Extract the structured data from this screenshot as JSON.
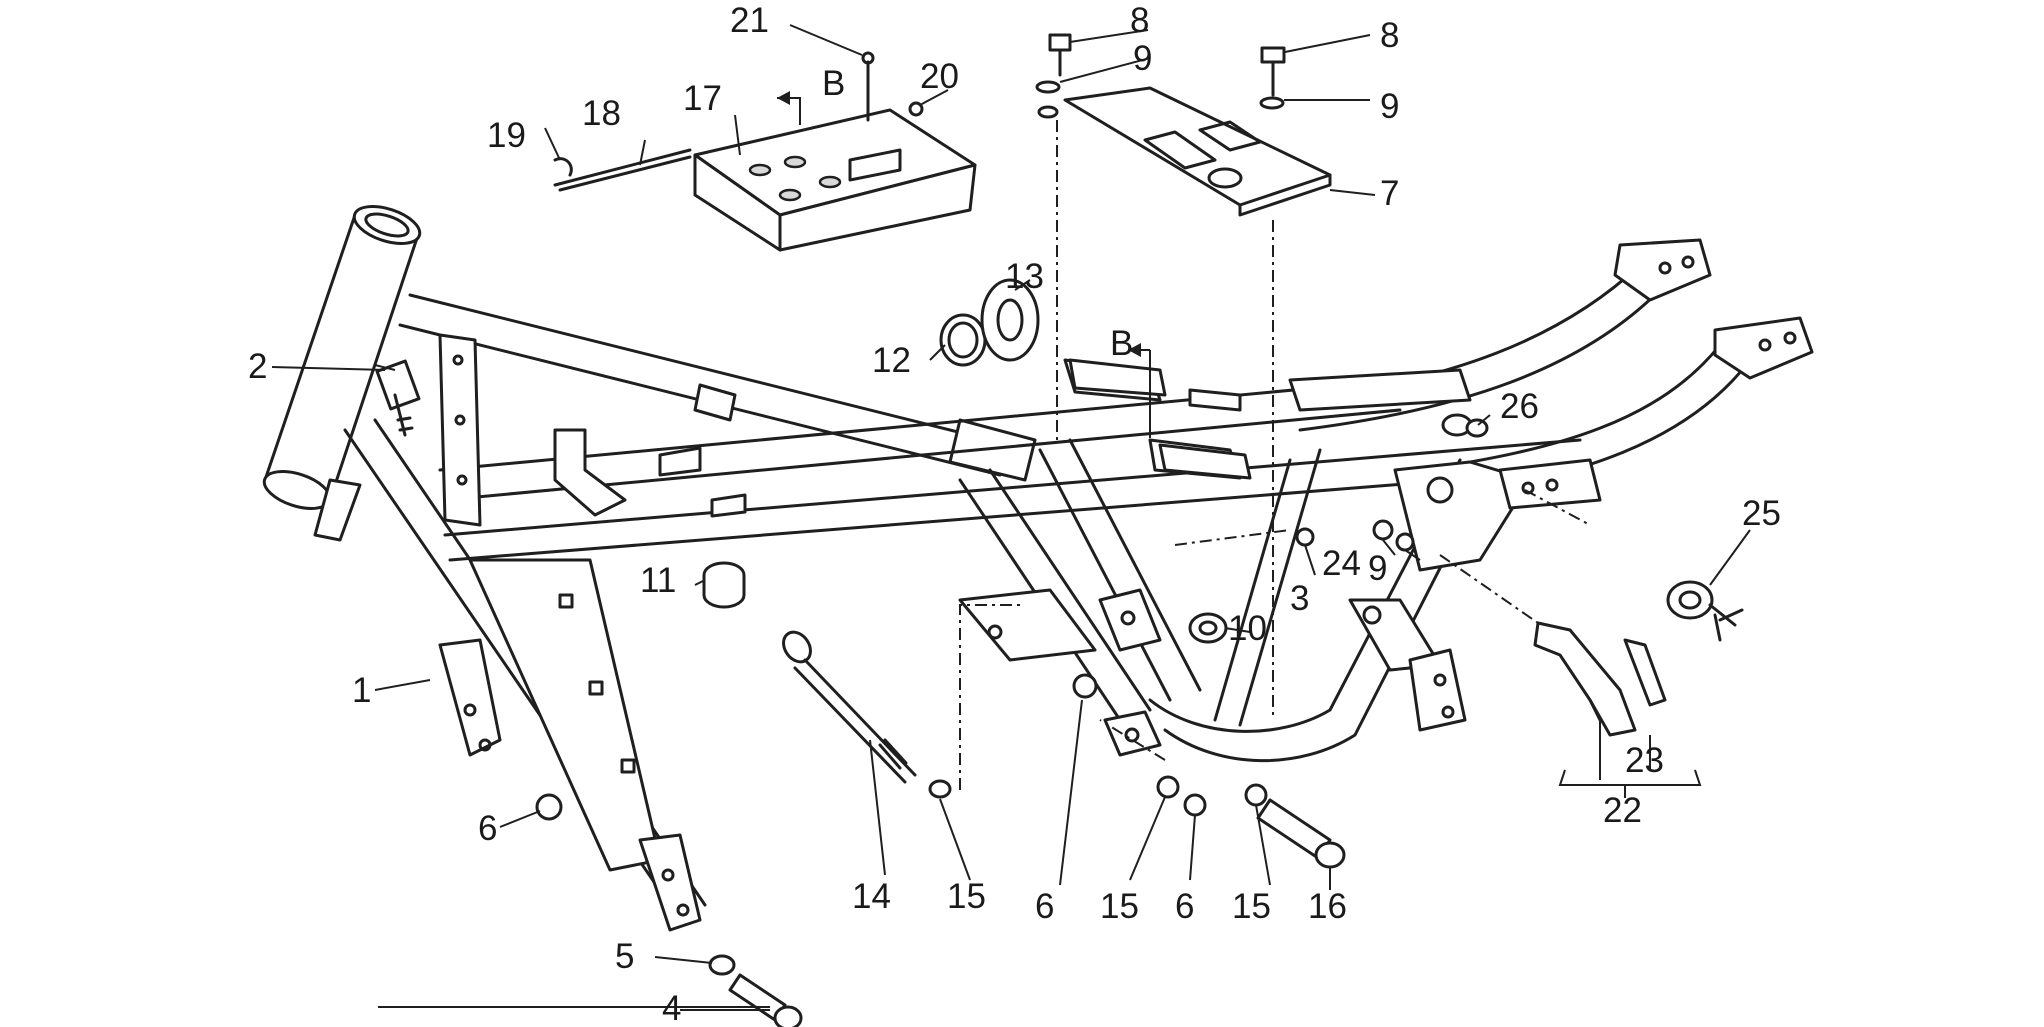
{
  "callouts": [
    {
      "id": "c1",
      "text": "1"
    },
    {
      "id": "c2",
      "text": "2"
    },
    {
      "id": "c3",
      "text": "3"
    },
    {
      "id": "c4",
      "text": "4"
    },
    {
      "id": "c5",
      "text": "5"
    },
    {
      "id": "c6a",
      "text": "6"
    },
    {
      "id": "c6b",
      "text": "6"
    },
    {
      "id": "c6c",
      "text": "6"
    },
    {
      "id": "c7",
      "text": "7"
    },
    {
      "id": "c8a",
      "text": "8"
    },
    {
      "id": "c8b",
      "text": "8"
    },
    {
      "id": "c9a",
      "text": "9"
    },
    {
      "id": "c9b",
      "text": "9"
    },
    {
      "id": "c9c",
      "text": "9"
    },
    {
      "id": "c10",
      "text": "10"
    },
    {
      "id": "c11",
      "text": "11"
    },
    {
      "id": "c12",
      "text": "12"
    },
    {
      "id": "c13",
      "text": "13"
    },
    {
      "id": "c14",
      "text": "14"
    },
    {
      "id": "c15a",
      "text": "15"
    },
    {
      "id": "c15b",
      "text": "15"
    },
    {
      "id": "c15c",
      "text": "15"
    },
    {
      "id": "c16",
      "text": "16"
    },
    {
      "id": "c17",
      "text": "17"
    },
    {
      "id": "c18",
      "text": "18"
    },
    {
      "id": "c19",
      "text": "19"
    },
    {
      "id": "c20",
      "text": "20"
    },
    {
      "id": "c21",
      "text": "21"
    },
    {
      "id": "c22",
      "text": "22"
    },
    {
      "id": "c23",
      "text": "23"
    },
    {
      "id": "c24",
      "text": "24"
    },
    {
      "id": "c25",
      "text": "25"
    },
    {
      "id": "c26",
      "text": "26"
    }
  ],
  "section_markers": [
    {
      "id": "bTop",
      "text": "B"
    },
    {
      "id": "bMid",
      "text": "B"
    }
  ]
}
